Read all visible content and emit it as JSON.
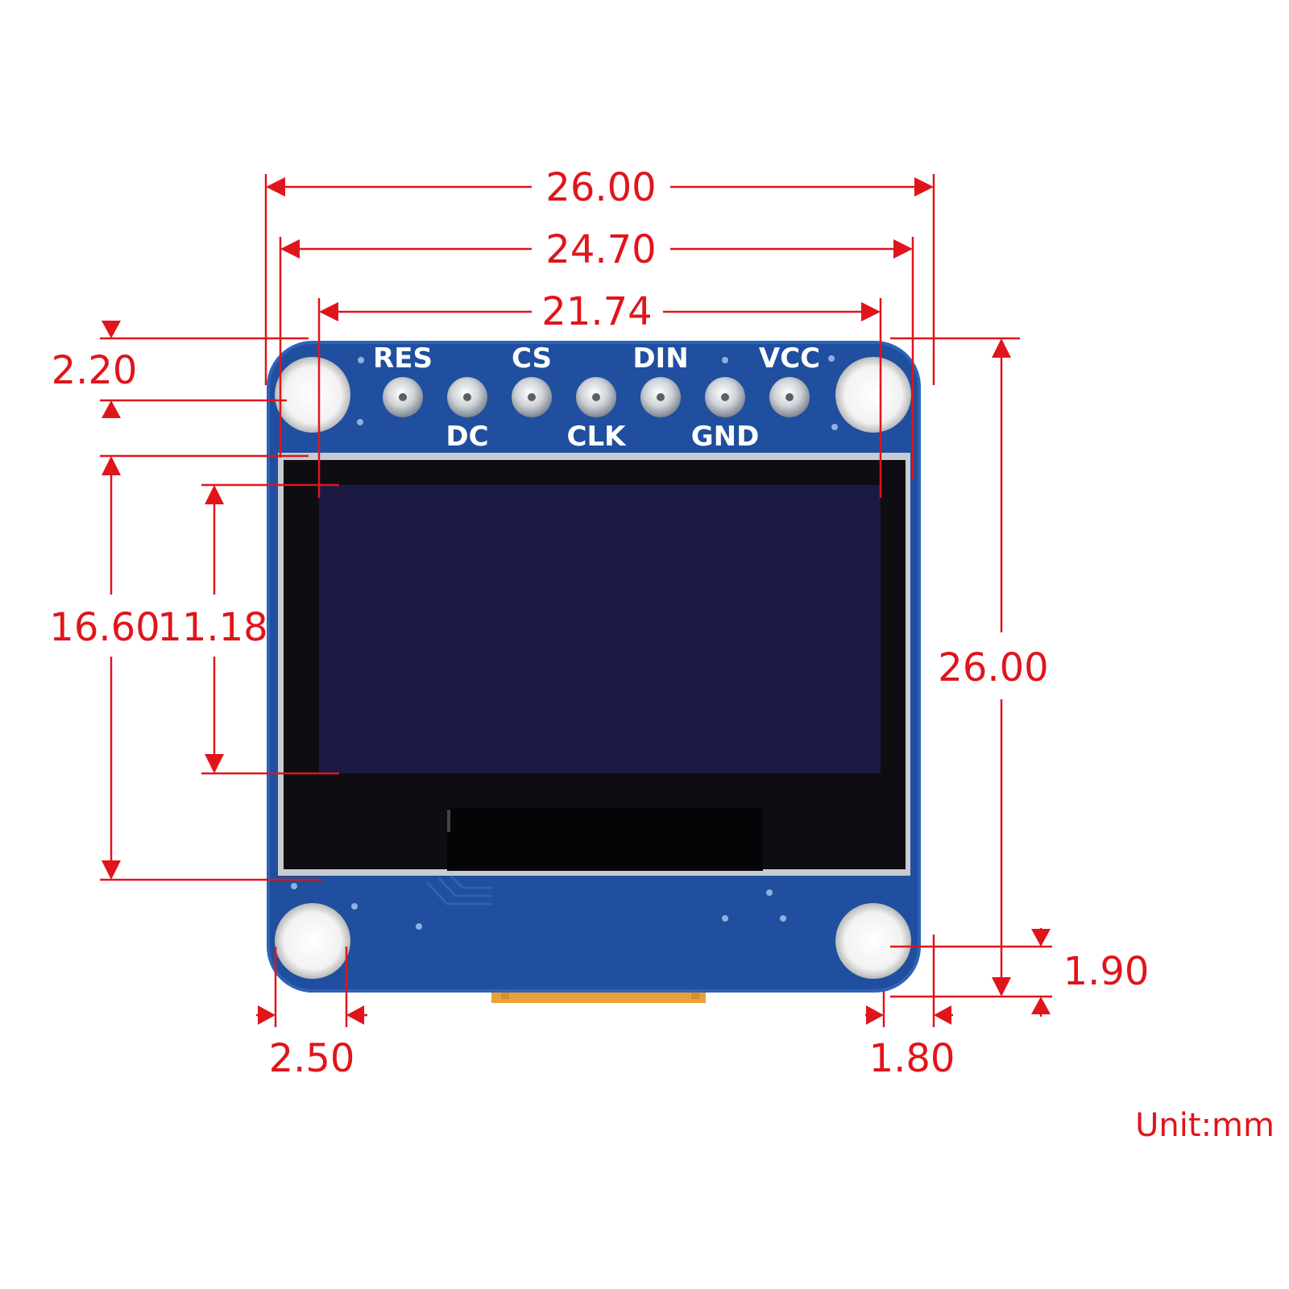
{
  "module": {
    "pins_top": [
      "RES",
      "CS",
      "DIN",
      "VCC"
    ],
    "pins_bottom": [
      "DC",
      "CLK",
      "GND"
    ],
    "colors": {
      "pcb": "#1f4f9e",
      "screen": "#1b1a44",
      "screen_frame": "#0d0d12",
      "flex_cable": "#f0b12c",
      "dimension": "#e0151b"
    }
  },
  "dimensions": {
    "overall_width": "26.00",
    "hole_spacing_width": "24.70",
    "active_area_width": "21.74",
    "hole_offset_top": "2.20",
    "display_height": "16.60",
    "active_area_height": "11.18",
    "overall_height": "26.00",
    "hole_offset_bottom": "1.90",
    "hole_diameter": "2.50",
    "hole_offset_side": "1.80"
  },
  "unit_label": "Unit:mm"
}
